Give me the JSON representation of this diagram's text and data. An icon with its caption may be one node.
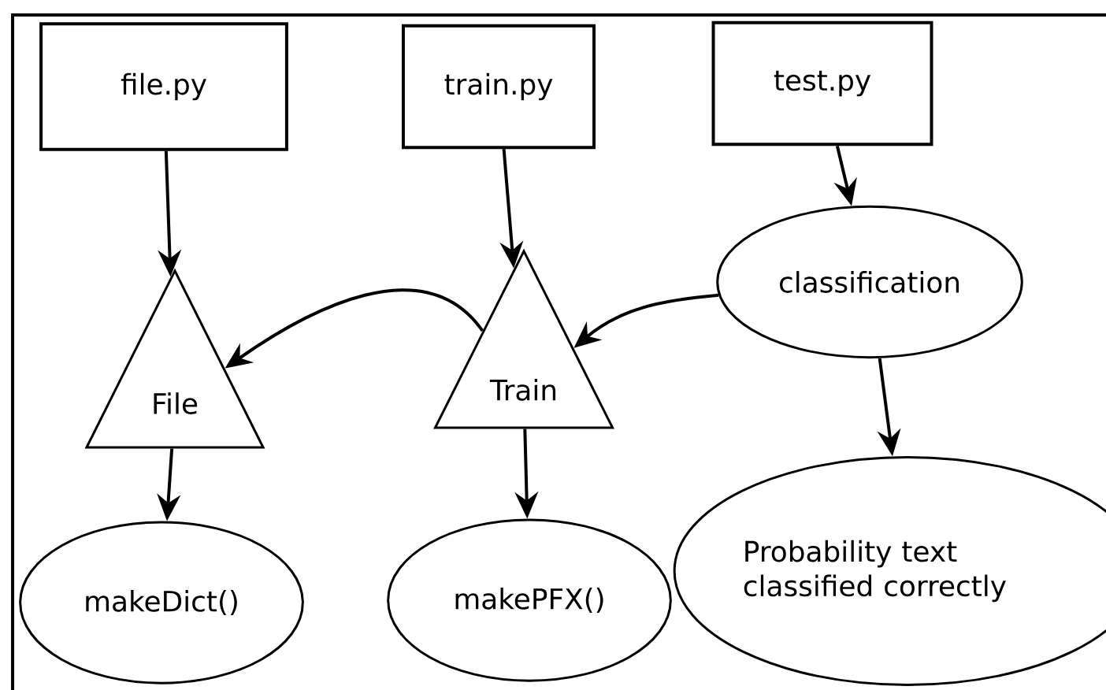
{
  "diagram": {
    "nodes": [
      {
        "text": [
          "file.py"
        ]
      },
      {
        "text": [
          "train.py"
        ]
      },
      {
        "text": [
          "test.py"
        ]
      },
      {
        "text": [
          "File"
        ]
      },
      {
        "text": [
          "Train"
        ]
      },
      {
        "text": [
          "classification"
        ]
      },
      {
        "text": [
          "makeDict()"
        ]
      },
      {
        "text": [
          "makePFX()"
        ]
      },
      {
        "text": [
          "Probability text classified correctly"
        ]
      }
    ],
    "edges": [
      {
        "from": 0,
        "to": 3,
        "arrow": "to"
      },
      {
        "from": 1,
        "to": 4,
        "arrow": "to"
      },
      {
        "from": 2,
        "to": 5,
        "arrow": "to"
      },
      {
        "from": 4,
        "to": 3,
        "arrow": "to"
      },
      {
        "from": 5,
        "to": 4,
        "arrow": "to"
      },
      {
        "from": 3,
        "to": 6,
        "arrow": "to"
      },
      {
        "from": 4,
        "to": 7,
        "arrow": "to"
      },
      {
        "from": 5,
        "to": 8,
        "arrow": "to"
      }
    ]
  }
}
